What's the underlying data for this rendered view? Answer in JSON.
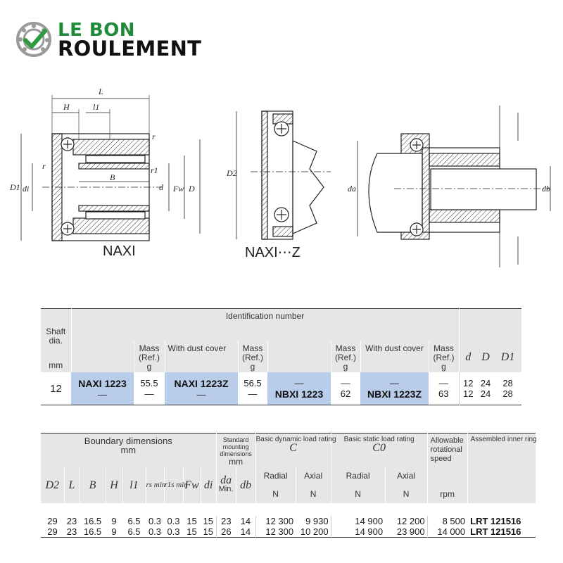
{
  "logo": {
    "line1": "LE BON",
    "line2": "ROULEMENT"
  },
  "drawings": {
    "naxi": {
      "caption": "NAXI",
      "labels": {
        "L": "L",
        "H": "H",
        "l1": "l1",
        "r_top": "r",
        "r_left": "r",
        "r1": "r1",
        "B": "B",
        "D1": "D1",
        "di": "di",
        "d": "d",
        "Fw": "Fw",
        "D": "D"
      }
    },
    "naxiz": {
      "caption": "NAXI⋯Z",
      "labels": {
        "D2": "D2"
      }
    },
    "mount": {
      "labels": {
        "da": "da",
        "db": "db"
      }
    }
  },
  "table1": {
    "header": {
      "shaft_dia": "Shaft dia.",
      "shaft_unit": "mm",
      "identification": "Identification number",
      "mass": "Mass (Ref.)",
      "mass_unit": "g",
      "with_dust_cover": "With dust cover",
      "d": "d",
      "D": "D",
      "D1": "D1"
    },
    "row": {
      "shaft": "12",
      "naxi_id": "NAXI 1223",
      "naxi_dash": "—",
      "naxi_mass": "55.5",
      "naxi_mass_dash": "—",
      "naxiz_id": "NAXI 1223Z",
      "naxiz_dash": "—",
      "naxiz_mass": "56.5",
      "naxiz_mass_dash": "—",
      "nbxi_dash": "—",
      "nbxi_id": "NBXI 1223",
      "nbxi_mass_dash": "—",
      "nbxi_mass": "62",
      "nbxiz_dash": "—",
      "nbxiz_id": "NBXI 1223Z",
      "nbxiz_mass_dash": "—",
      "nbxiz_mass": "63",
      "dims": [
        [
          "12",
          "24",
          "28"
        ],
        [
          "12",
          "24",
          "28"
        ]
      ]
    }
  },
  "table2": {
    "header": {
      "boundary": "Boundary dimensions",
      "boundary_unit": "mm",
      "mounting": "Standard mounting dimensions",
      "mounting_unit": "mm",
      "dynamic": "Basic dynamic load rating",
      "dynamic_sym": "C",
      "static": "Basic static load rating",
      "static_sym": "C0",
      "speed": "Allowable rotational speed",
      "speed_unit": "rpm",
      "inner_ring": "Assembled inner ring",
      "radial": "Radial",
      "axial": "Axial",
      "N": "N",
      "min": "Min.",
      "cols": [
        "D2",
        "L",
        "B",
        "H",
        "l1",
        "rs min",
        "r1s min",
        "Fw",
        "di",
        "da",
        "db"
      ]
    },
    "rows": [
      [
        "29",
        "23",
        "16.5",
        "9",
        "6.5",
        "0.3",
        "0.3",
        "15",
        "15",
        "23",
        "14",
        "12 300",
        "9 930",
        "14 900",
        "12 200",
        "8 500",
        "LRT 121516"
      ],
      [
        "29",
        "23",
        "16.5",
        "9",
        "6.5",
        "0.3",
        "0.3",
        "15",
        "15",
        "26",
        "14",
        "12 300",
        "10 200",
        "14 900",
        "23 900",
        "14 000",
        "LRT 121516"
      ]
    ]
  }
}
